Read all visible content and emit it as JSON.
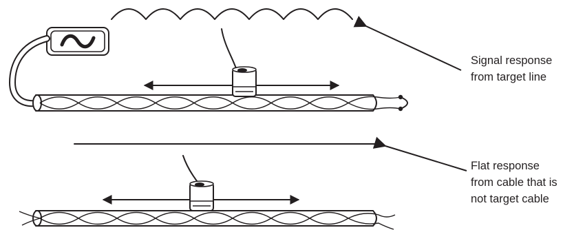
{
  "labels": {
    "signal_response": [
      "Signal response",
      "from target line"
    ],
    "flat_response": [
      "Flat response",
      "from cable that is",
      "not target cable"
    ]
  },
  "icons": [
    "ac-signal-generator-icon",
    "sensor-probe-icon",
    "arrow-icon"
  ],
  "colors": {
    "ink": "#231f20",
    "background": "#ffffff"
  }
}
